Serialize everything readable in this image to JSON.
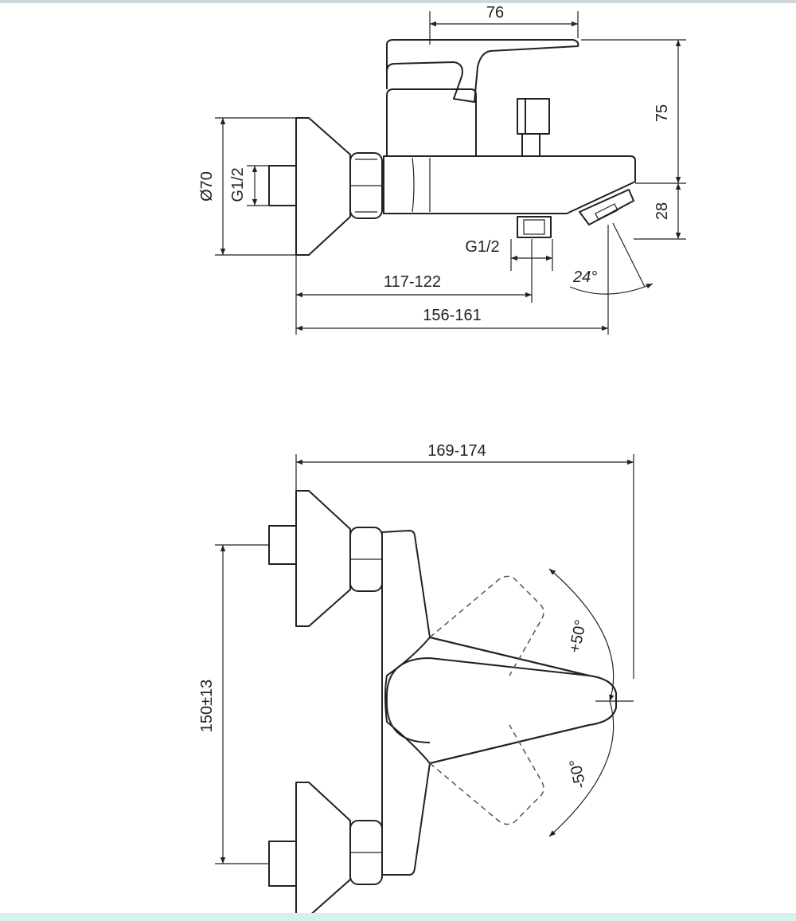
{
  "side_view": {
    "lever_length": "76",
    "lever_height": "75",
    "spout_height": "28",
    "flange_diameter": "Ø70",
    "inlet_thread": "G1/2",
    "outlet_thread": "G1/2",
    "shower_outlet_distance": "117-122",
    "spout_projection": "156-161",
    "angle": "24°"
  },
  "top_view": {
    "overall_length": "169-174",
    "rotation_plus": "+50°",
    "rotation_minus": "-50°",
    "inlet_spacing": "150±13"
  }
}
